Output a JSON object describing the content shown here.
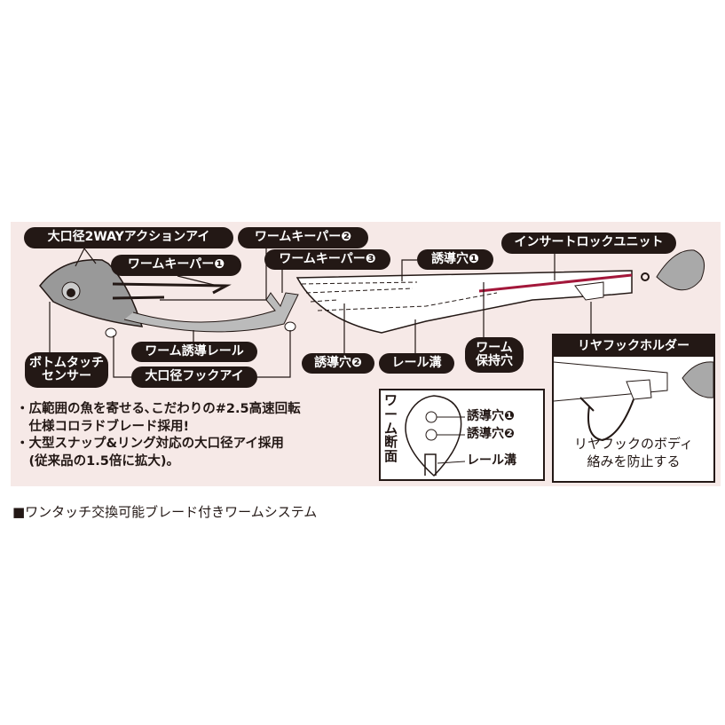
{
  "labels": {
    "action_eye": "大口径2WAYアクションアイ",
    "keeper2": "ワームキーパー❷",
    "keeper1": "ワームキーパー❶",
    "keeper3": "ワームキーパー❸",
    "guide_hole1": "誘導穴❶",
    "insert_lock": "インサートロックユニット",
    "guide_rail": "ワーム誘導レール",
    "hook_eye": "大口径フックアイ",
    "bottom_touch_1": "ボトムタッチ",
    "bottom_touch_2": "センサー",
    "guide_hole2": "誘導穴❷",
    "rail_groove": "レール溝",
    "hold_hole_1": "ワーム",
    "hold_hole_2": "保持穴"
  },
  "bullets": [
    {
      "line1": "・広範囲の魚を寄せる､こだわりの#2.5高速回転",
      "line2": "　仕様コロラドブレード採用!"
    },
    {
      "line1": "・大型スナップ&リング対応の大口径アイ採用",
      "line2": "　(従来品の1.5倍に拡大)。"
    }
  ],
  "cross_section": {
    "title_1": "ワーム",
    "title_2": "断面",
    "hole1": "誘導穴❶",
    "hole2": "誘導穴❷",
    "groove": "レール溝"
  },
  "rear_holder": {
    "title": "リヤフックホルダー",
    "desc1": "リヤフックのボディ",
    "desc2": "絡みを防止する"
  },
  "caption": "■ワンタッチ交換可能ブレード付きワームシステム",
  "colors": {
    "panel": "#f6e9e7",
    "label": "#231815",
    "red_line": "#a3173a",
    "blade": "#a9a9a9"
  }
}
